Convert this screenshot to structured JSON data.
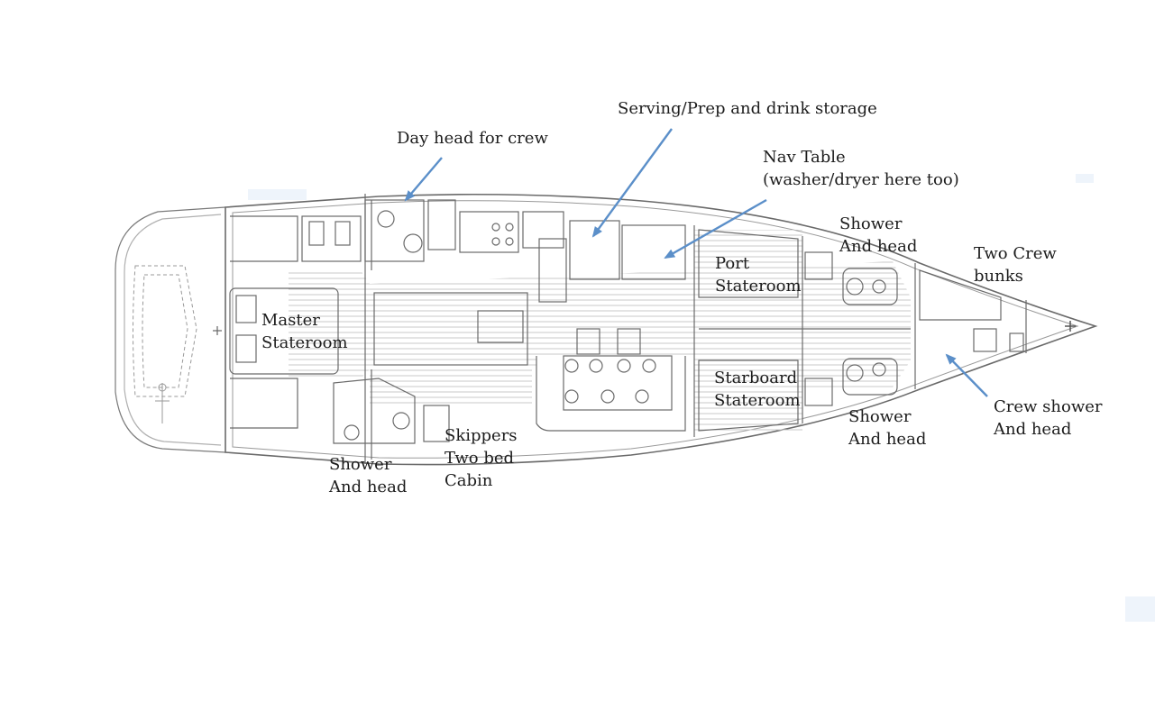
{
  "labels": {
    "day_head": "Day head for crew",
    "serving": "Serving/Prep and drink storage",
    "nav_line1": "Nav Table",
    "nav_line2": "(washer/dryer here too)",
    "shower_port_line1": "Shower",
    "shower_port_line2": "And head",
    "two_crew_line1": "Two  Crew",
    "two_crew_line2": "bunks",
    "port_line1": "Port",
    "port_line2": "Stateroom",
    "master_line1": "Master",
    "master_line2": "Stateroom",
    "starboard_line1": "Starboard",
    "starboard_line2": "Stateroom",
    "shower_stbd_line1": "Shower",
    "shower_stbd_line2": "And head",
    "crew_shower_line1": "Crew shower",
    "crew_shower_line2": "And head",
    "shower_aft_line1": "Shower",
    "shower_aft_line2": "And head",
    "skippers_line1": "Skippers",
    "skippers_line2": "Two bed",
    "skippers_line3": "Cabin"
  },
  "colors": {
    "arrow": "#5b8fc9",
    "hull_line": "#6a6a6a",
    "plank": "#c9c9c9",
    "text": "#1c1c1c"
  }
}
